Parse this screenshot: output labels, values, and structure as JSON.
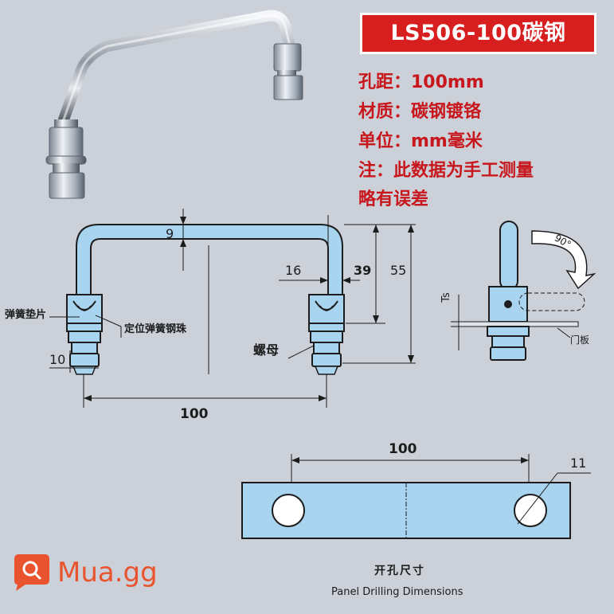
{
  "title": "LS506-100碳钢",
  "specs": [
    "孔距：100mm",
    "材质：碳钢镀铬",
    "单位：mm毫米",
    "注：此数据为手工测量",
    "略有误差"
  ],
  "drawing": {
    "dim_9": "9",
    "dim_16": "16",
    "dim_39": "39",
    "dim_55": "55",
    "dim_10": "10",
    "dim_100_width": "100",
    "label_spring_washer": "弹簧垫片",
    "label_positioning_ball": "定位弹簧钢珠",
    "label_nut": "螺母",
    "label_ts": "Ts",
    "label_door_panel": "门板",
    "label_angle": "90°"
  },
  "panel": {
    "dim_100": "100",
    "dim_11": "11",
    "caption_cn": "开孔尺寸",
    "caption_en": "Panel Drilling Dimensions"
  },
  "watermark": {
    "text": "Mua.gg"
  },
  "colors": {
    "background": "#ccd0d9",
    "title_red": "#d81f1f",
    "spec_red": "#c8171c",
    "part_blue": "#a9d4f0",
    "line_dark": "#1c1c1c",
    "watermark_orange": "#e9542e"
  }
}
